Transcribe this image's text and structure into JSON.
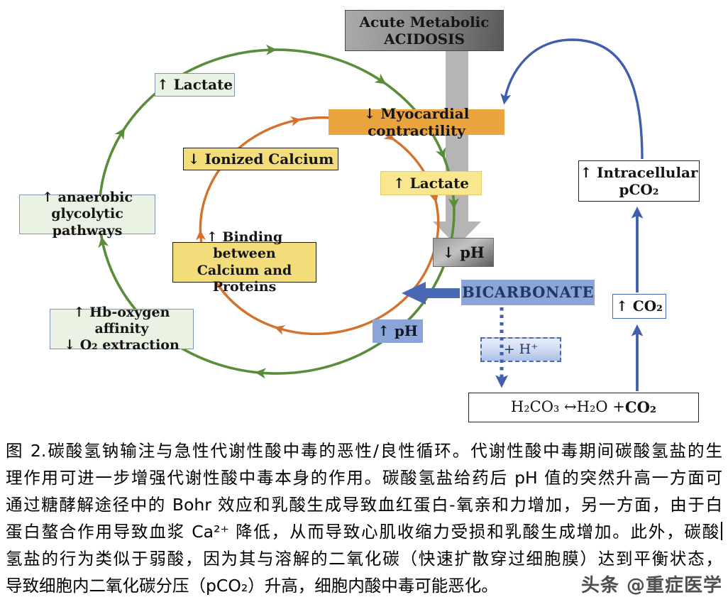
{
  "figure": {
    "boxes": {
      "acidosis": {
        "line1": "Acute Metabolic",
        "line2": "ACIDOSIS"
      },
      "myocardial": "↓ Myocardial contractility",
      "lactate_top": "↑ Lactate",
      "ionized_calcium": "↓ Ionized Calcium",
      "lactate_mid": "↑ Lactate",
      "anaerobic": {
        "line1": "↑ anaerobic",
        "line2": "glycolytic pathways"
      },
      "binding": {
        "line1": "↑ Binding between",
        "line2": "Calcium and Proteins"
      },
      "ph_down": "↓ pH",
      "hb_oxygen": {
        "line1": "↑ Hb-oxygen affinity",
        "line2": "↓ O₂ extraction"
      },
      "bicarbonate": "BICARBONATE",
      "ph_up": "↑ pH",
      "h_plus": "+ H⁺",
      "co2": "↑ CO₂",
      "intracellular": {
        "line1": "↑ Intracellular",
        "line2": "pCO₂"
      },
      "equation": {
        "normal": "H₂CO₃ ↔H₂O + ",
        "bold": "CO₂"
      }
    },
    "colors": {
      "green_cycle": "#5a8d3a",
      "orange_cycle": "#d4722b",
      "blue_arrow": "#3f5fae",
      "gray_arrow": "#b5b5b5",
      "myocardial_orange": "#e9a43e",
      "yellow_box": "#f3dd7a",
      "pale_yellow_box": "#f8e78f",
      "pale_green_box": "#eaf2e3",
      "blue_box": "#8ca5d8",
      "navy_text": "#1f3864"
    }
  },
  "caption": {
    "lines": [
      "图 2.碳酸氢钠输注与急性代谢性酸中毒的恶性/良性循环。代谢性酸中毒期间碳酸氢盐的生",
      "理作用可进一步增强代谢性酸中毒本身的作用。碳酸氢盐给药后 pH 值的突然升高一方面可",
      "通过糖酵解途径中的 Bohr 效应和乳酸生成导致血红蛋白-氧亲和力增加，另一方面，由于白",
      "蛋白螯合作用导致血浆 Ca²⁺ 降低，从而导致心肌收缩力受损和乳酸生成增加。此外，碳酸",
      "氢盐的行为类似于弱酸，因为其与溶解的二氧化碳（快速扩散穿过细胞膜）达到平衡状态，",
      "导致细胞内二氧化碳分压（pCO₂）升高，细胞内酸中毒可能恶化。"
    ]
  },
  "watermark": "头条 @重症医学"
}
